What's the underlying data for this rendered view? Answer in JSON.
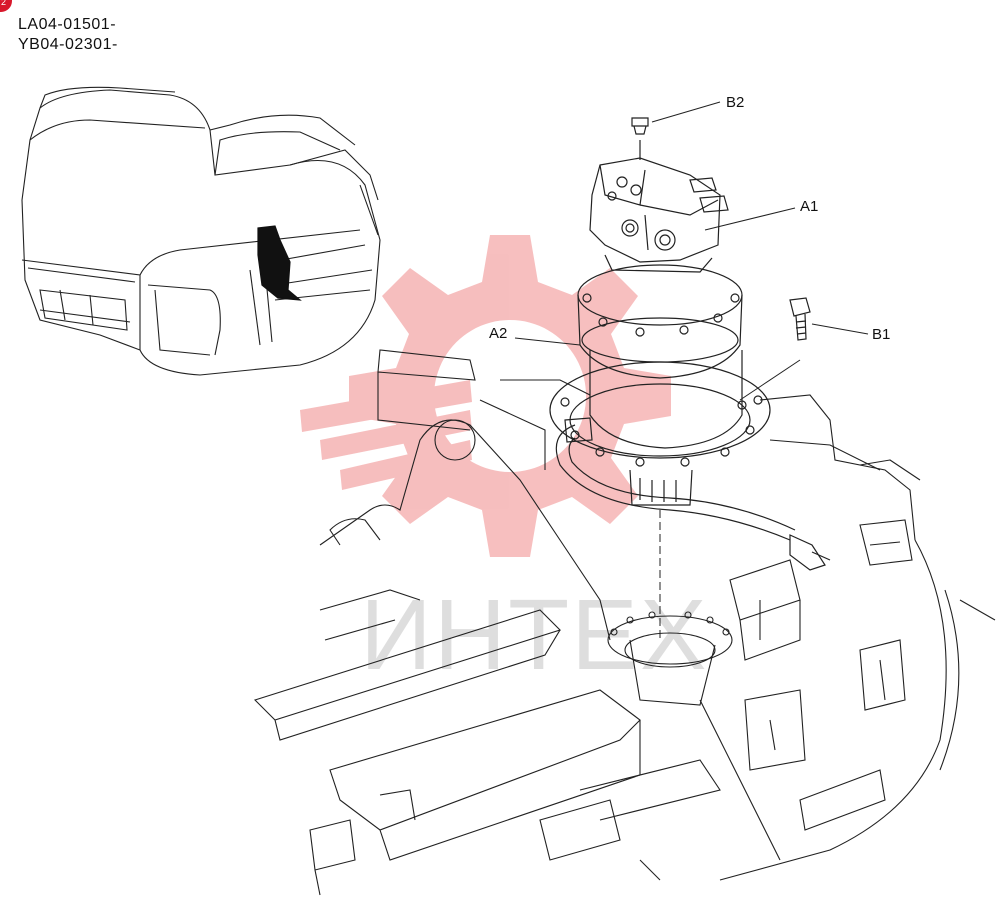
{
  "serial_numbers": [
    "LA04-01501-",
    "YB04-02301-"
  ],
  "page_badge": "2",
  "callouts": {
    "b2": "B2",
    "a1": "A1",
    "a2": "A2",
    "b1": "B1"
  },
  "watermark": {
    "text": "ИНТЕХ",
    "gear_color": "#f08a8a",
    "text_color": "#b8b8b8"
  },
  "colors": {
    "line": "#222222",
    "badge": "#d8182c"
  }
}
